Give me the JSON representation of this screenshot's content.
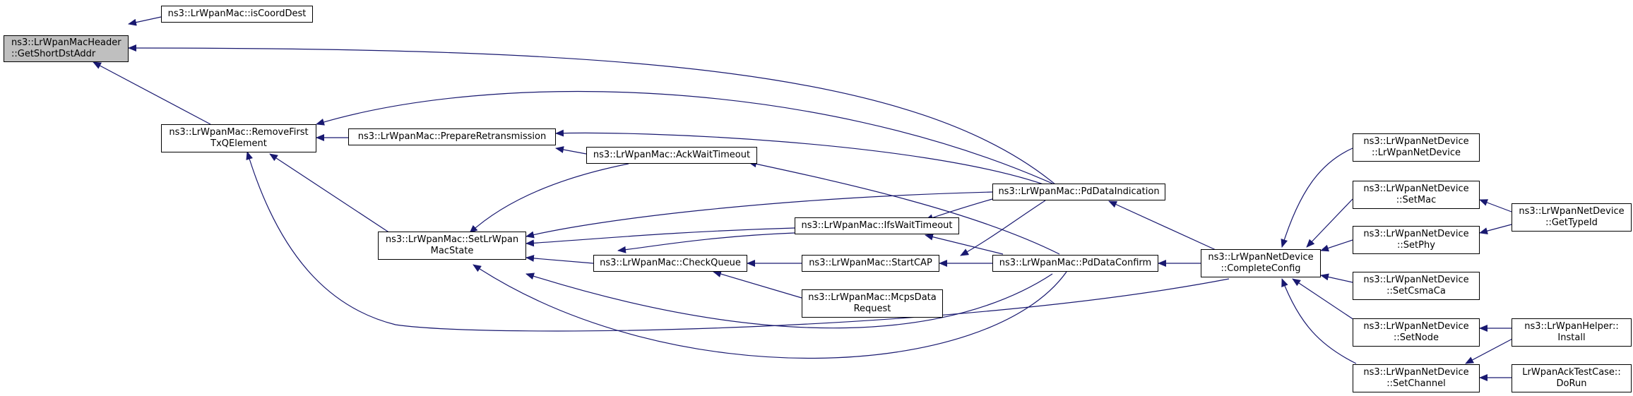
{
  "graph": {
    "current": {
      "line1": "ns3::LrWpanMacHeader",
      "line2": "::GetShortDstAddr"
    },
    "nodes": {
      "isCoordDest": {
        "line1": "ns3::LrWpanMac::isCoordDest"
      },
      "removeFirst": {
        "line1": "ns3::LrWpanMac::RemoveFirst",
        "line2": "TxQElement"
      },
      "prepareRetrans": {
        "line1": "ns3::LrWpanMac::PrepareRetransmission"
      },
      "ackWaitTimeout": {
        "line1": "ns3::LrWpanMac::AckWaitTimeout"
      },
      "setLrWpanMacState": {
        "line1": "ns3::LrWpanMac::SetLrWpan",
        "line2": "MacState"
      },
      "ifsWaitTimeout": {
        "line1": "ns3::LrWpanMac::IfsWaitTimeout"
      },
      "checkQueue": {
        "line1": "ns3::LrWpanMac::CheckQueue"
      },
      "startCAP": {
        "line1": "ns3::LrWpanMac::StartCAP"
      },
      "mcpsDataRequest": {
        "line1": "ns3::LrWpanMac::McpsData",
        "line2": "Request"
      },
      "pdDataIndication": {
        "line1": "ns3::LrWpanMac::PdDataIndication"
      },
      "pdDataConfirm": {
        "line1": "ns3::LrWpanMac::PdDataConfirm"
      },
      "completeConfig": {
        "line1": "ns3::LrWpanNetDevice",
        "line2": "::CompleteConfig"
      },
      "lrWpanNetDevice": {
        "line1": "ns3::LrWpanNetDevice",
        "line2": "::LrWpanNetDevice"
      },
      "setMac": {
        "line1": "ns3::LrWpanNetDevice",
        "line2": "::SetMac"
      },
      "setPhy": {
        "line1": "ns3::LrWpanNetDevice",
        "line2": "::SetPhy"
      },
      "setCsmaCa": {
        "line1": "ns3::LrWpanNetDevice",
        "line2": "::SetCsmaCa"
      },
      "setNode": {
        "line1": "ns3::LrWpanNetDevice",
        "line2": "::SetNode"
      },
      "setChannel": {
        "line1": "ns3::LrWpanNetDevice",
        "line2": "::SetChannel"
      },
      "getTypeId": {
        "line1": "ns3::LrWpanNetDevice",
        "line2": "::GetTypeId"
      },
      "install": {
        "line1": "ns3::LrWpanHelper::",
        "line2": "Install"
      },
      "doRun": {
        "line1": "LrWpanAckTestCase::",
        "line2": "DoRun"
      }
    },
    "edge_color": "#191970"
  }
}
